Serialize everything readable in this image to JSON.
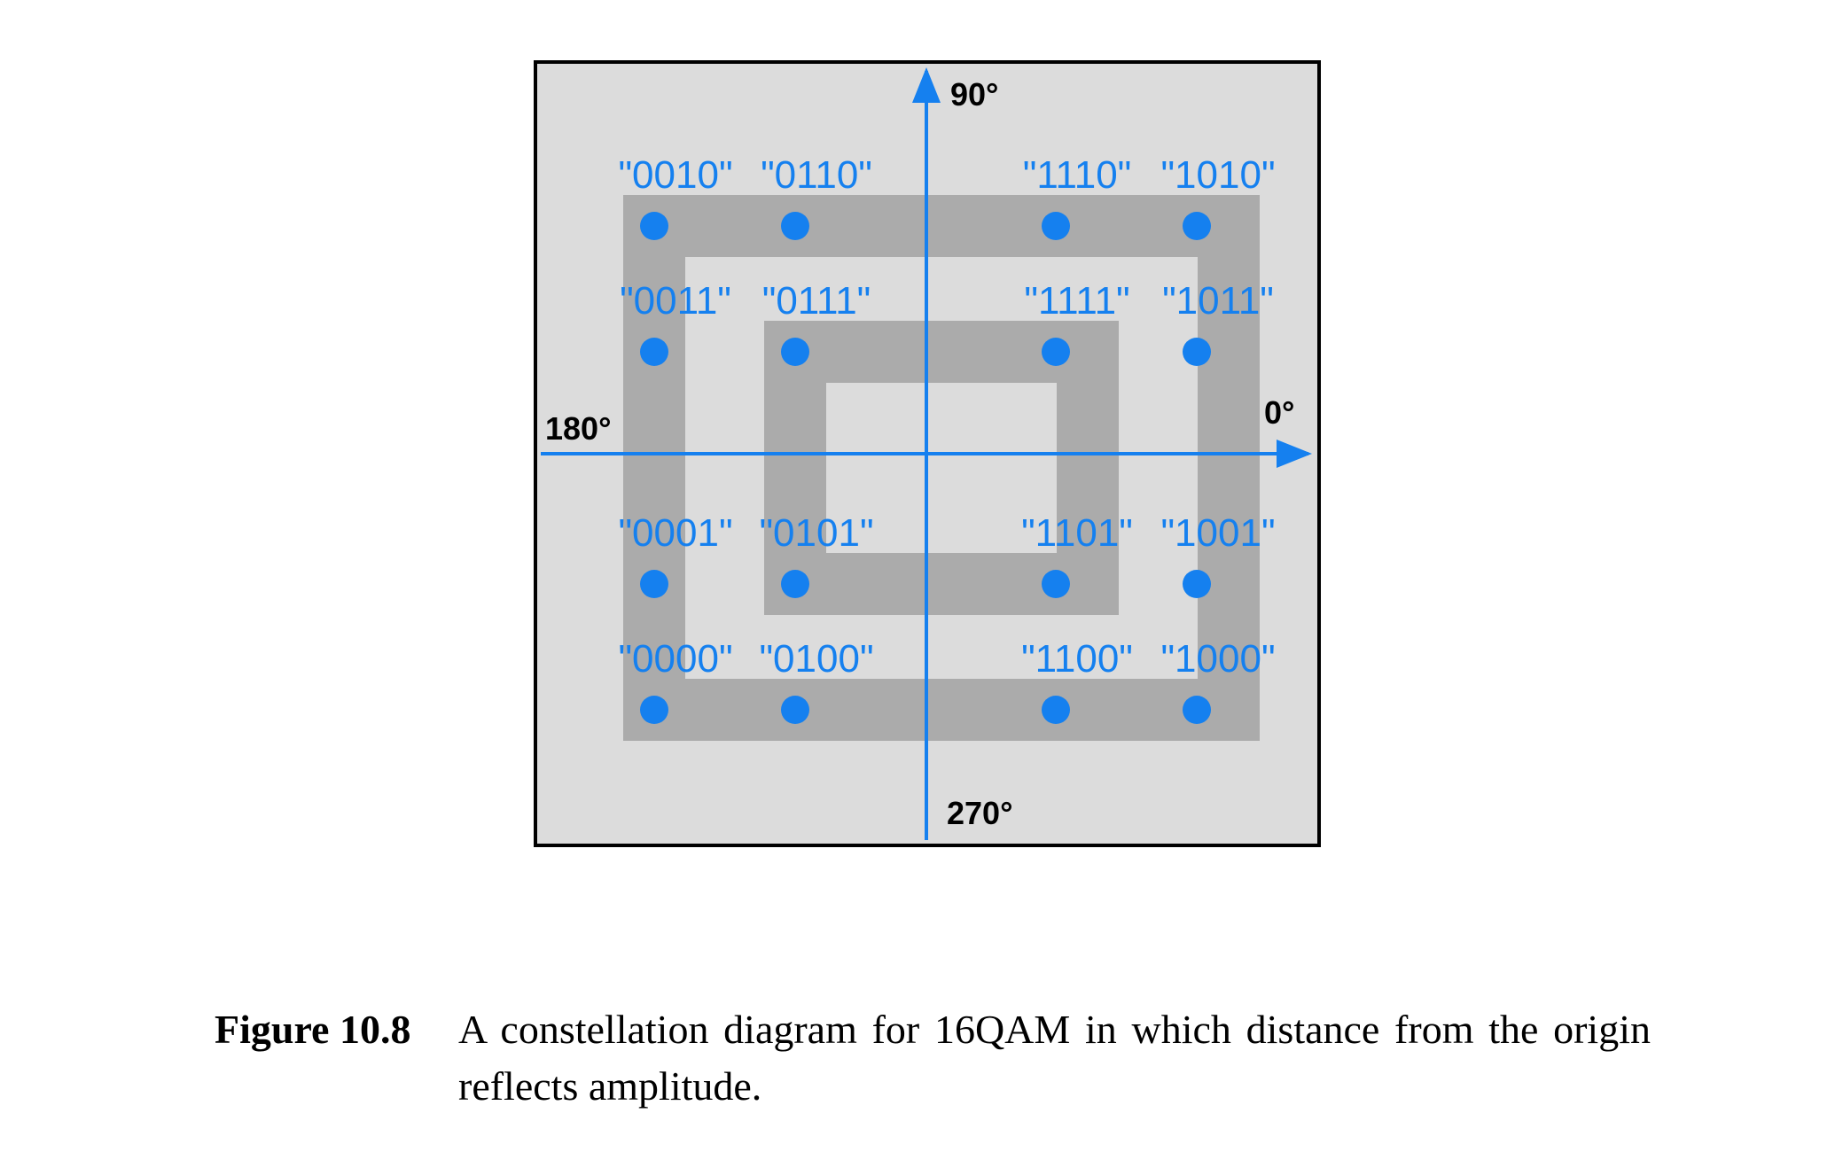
{
  "figure": {
    "axes": {
      "top": "90°",
      "right": "0°",
      "left": "180°",
      "bottom": "270°"
    },
    "colors": {
      "background": "#dcdcdc",
      "ring": "#ababab",
      "accent": "#1580ef",
      "frame": "#000000"
    },
    "constellation": [
      {
        "code": "\"0010\"",
        "i": -3,
        "q": 3
      },
      {
        "code": "\"0110\"",
        "i": -1,
        "q": 3
      },
      {
        "code": "\"1110\"",
        "i": 1,
        "q": 3
      },
      {
        "code": "\"1010\"",
        "i": 3,
        "q": 3
      },
      {
        "code": "\"0011\"",
        "i": -3,
        "q": 1
      },
      {
        "code": "\"0111\"",
        "i": -1,
        "q": 1
      },
      {
        "code": "\"1111\"",
        "i": 1,
        "q": 1
      },
      {
        "code": "\"1011\"",
        "i": 3,
        "q": 1
      },
      {
        "code": "\"0001\"",
        "i": -3,
        "q": -1
      },
      {
        "code": "\"0101\"",
        "i": -1,
        "q": -1
      },
      {
        "code": "\"1101\"",
        "i": 1,
        "q": -1
      },
      {
        "code": "\"1001\"",
        "i": 3,
        "q": -1
      },
      {
        "code": "\"0000\"",
        "i": -3,
        "q": -3
      },
      {
        "code": "\"0100\"",
        "i": -1,
        "q": -3
      },
      {
        "code": "\"1100\"",
        "i": 1,
        "q": -3
      },
      {
        "code": "\"1000\"",
        "i": 3,
        "q": -3
      }
    ]
  },
  "caption": {
    "number": "Figure 10.8",
    "text": "A constellation diagram for 16QAM in which distance from the origin reflects amplitude."
  }
}
